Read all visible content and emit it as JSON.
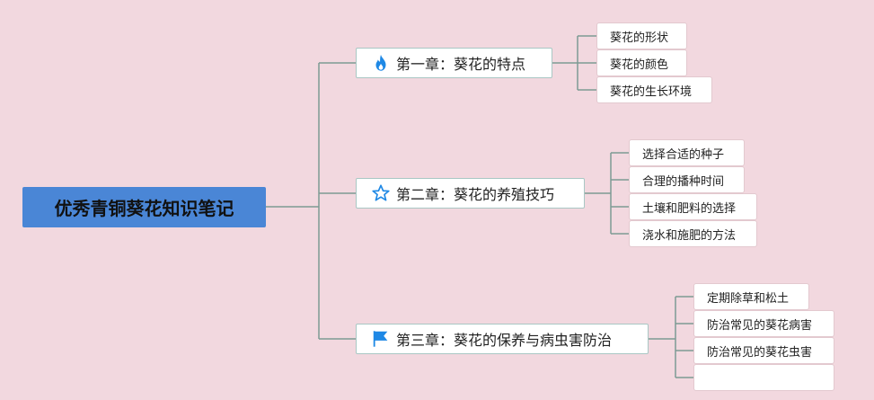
{
  "root": {
    "label": "优秀青铜葵花知识笔记"
  },
  "chapters": [
    {
      "label": "第一章：葵花的特点",
      "icon": "flame-icon",
      "items": [
        "葵花的形状",
        "葵花的颜色",
        "葵花的生长环境"
      ]
    },
    {
      "label": "第二章：葵花的养殖技巧",
      "icon": "star-icon",
      "items": [
        "选择合适的种子",
        "合理的播种时间",
        "土壤和肥料的选择",
        "浇水和施肥的方法"
      ]
    },
    {
      "label": "第三章：葵花的保养与病虫害防治",
      "icon": "flag-icon",
      "items": [
        "定期除草和松土",
        "防治常见的葵花病害",
        "防治常见的葵花虫害",
        ""
      ]
    }
  ],
  "colors": {
    "background": "#f2d8df",
    "root": "#4a86d6",
    "line": "#7d9a94",
    "accent_icon": "#1e88e5"
  }
}
